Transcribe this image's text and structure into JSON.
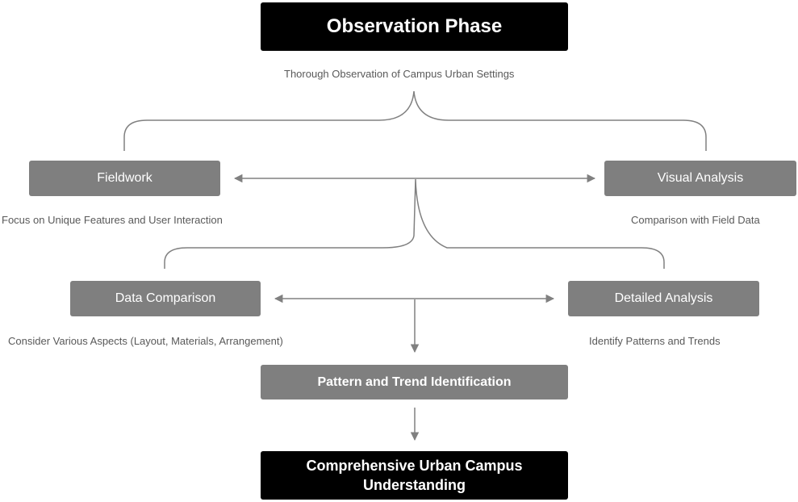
{
  "colors": {
    "dark_box": "#000000",
    "gray_box": "#7f7f7f",
    "box_text": "#ffffff",
    "caption_text": "#595959",
    "connector": "#808080"
  },
  "nodes": {
    "observation_phase": {
      "label": "Observation Phase",
      "caption": "Thorough Observation of Campus Urban Settings"
    },
    "fieldwork": {
      "label": "Fieldwork",
      "caption": "Focus on Unique Features and User Interaction"
    },
    "visual_analysis": {
      "label": "Visual Analysis",
      "caption": "Comparison with Field Data"
    },
    "data_comparison": {
      "label": "Data Comparison",
      "caption": "Consider Various Aspects (Layout, Materials, Arrangement)"
    },
    "detailed_analysis": {
      "label": "Detailed Analysis",
      "caption": "Identify Patterns and Trends"
    },
    "pattern_identification": {
      "label": "Pattern and Trend Identification"
    },
    "outcome": {
      "label_line1": "Comprehensive Urban Campus",
      "label_line2": "Understanding"
    }
  }
}
